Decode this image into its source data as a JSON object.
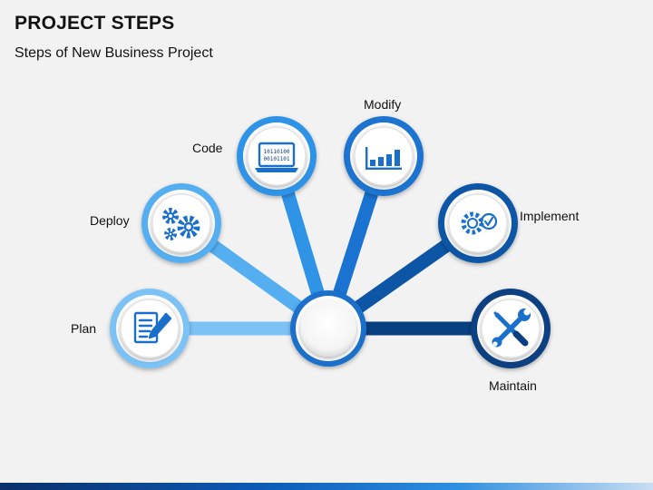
{
  "header": {
    "title": "PROJECT STEPS",
    "subtitle": "Steps of New Business Project"
  },
  "steps": [
    {
      "id": "plan",
      "label": "Plan",
      "icon": "document-pen-icon",
      "color": "#7cc2f5"
    },
    {
      "id": "deploy",
      "label": "Deploy",
      "icon": "gears-icon",
      "color": "#55aef0"
    },
    {
      "id": "code",
      "label": "Code",
      "icon": "laptop-binary-icon",
      "color": "#2f93e6",
      "binary": [
        "10110100",
        "00101101"
      ]
    },
    {
      "id": "modify",
      "label": "Modify",
      "icon": "bar-chart-icon",
      "color": "#1a73d0"
    },
    {
      "id": "implement",
      "label": "Implement",
      "icon": "gear-check-icon",
      "color": "#0d56a6"
    },
    {
      "id": "maintain",
      "label": "Maintain",
      "icon": "wrench-screwdriver-icon",
      "color": "#083f80"
    }
  ],
  "colors": {
    "hub_ring": "#1a6fca",
    "icon_blue": "#1a6fca",
    "background": "#f2f2f2"
  }
}
